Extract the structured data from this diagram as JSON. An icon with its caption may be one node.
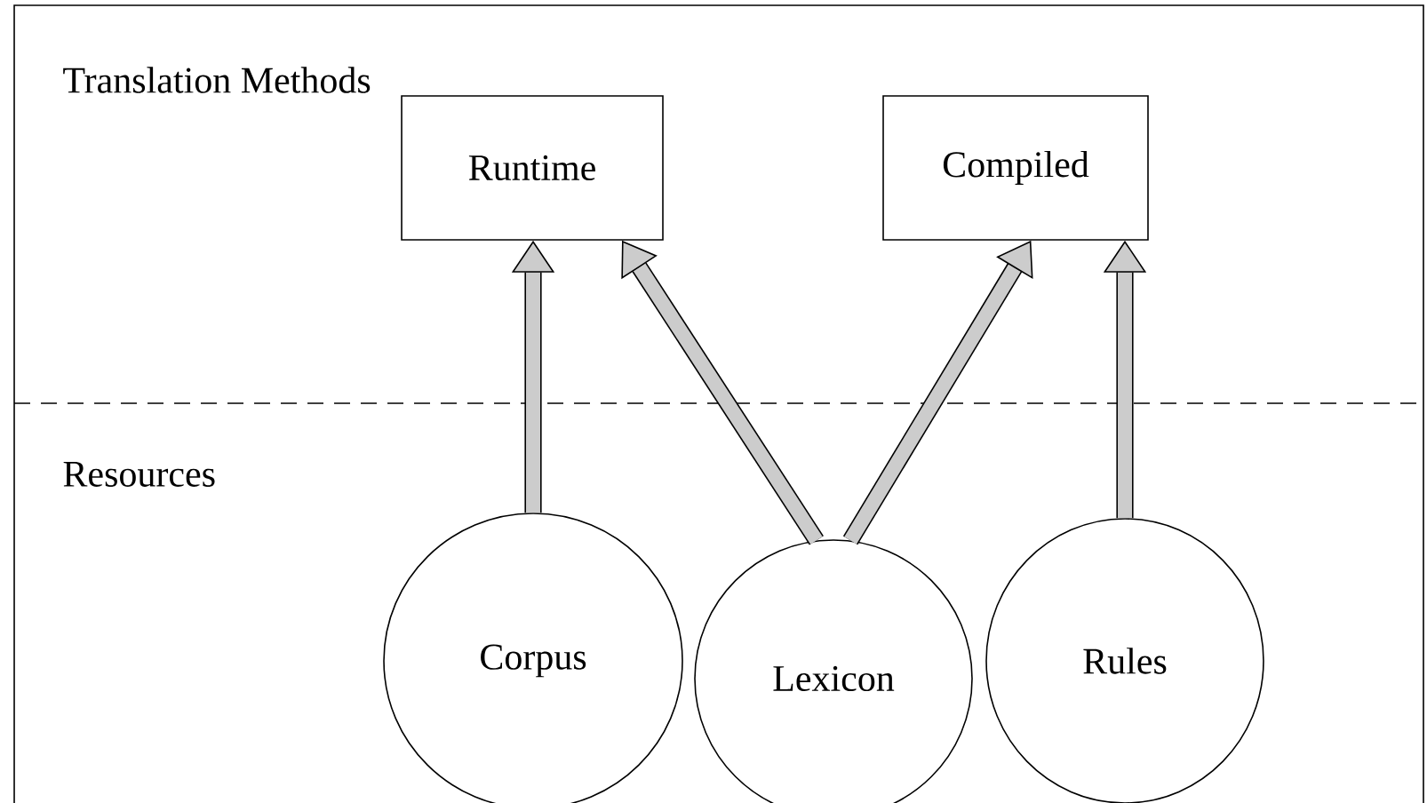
{
  "diagram": {
    "nodes": [
      {
        "text": [
          "Runtime"
        ]
      },
      {
        "text": [
          "Compiled"
        ]
      },
      {
        "text": [
          "Corpus"
        ]
      },
      {
        "text": [
          "Lexicon"
        ]
      },
      {
        "text": [
          "Rules"
        ]
      }
    ],
    "edges": [
      {
        "from": 2,
        "to": 0,
        "arrow": "to"
      },
      {
        "from": 3,
        "to": 0,
        "arrow": "to"
      },
      {
        "from": 3,
        "to": 1,
        "arrow": "to"
      },
      {
        "from": 4,
        "to": 1,
        "arrow": "to"
      }
    ],
    "labels": [
      "Translation Methods",
      "Resources"
    ]
  }
}
